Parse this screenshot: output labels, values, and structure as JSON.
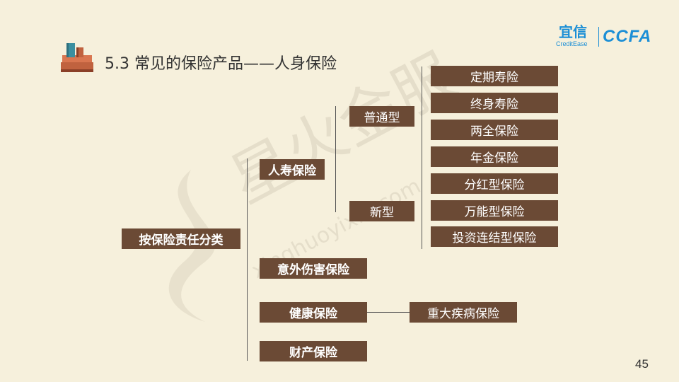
{
  "header": {
    "title": "5.3 常见的保险产品——人身保险",
    "logo_cn": "宜信",
    "logo_en": "CreditEase",
    "logo_ccfa": "CCFA"
  },
  "watermark": {
    "cn": "星火金服",
    "pinyin": "xinghuoyixin.com"
  },
  "tree": {
    "root": "按保险责任分类",
    "level1": [
      "人寿保险",
      "意外伤害保险",
      "健康保险",
      "财产保险"
    ],
    "life_types": [
      "普通型",
      "新型"
    ],
    "ordinary_products": [
      "定期寿险",
      "终身寿险",
      "两全保险",
      "年金保险"
    ],
    "new_products": [
      "分红型保险",
      "万能型保险",
      "投资连结型保险"
    ],
    "health_products": [
      "重大疾病保险"
    ]
  },
  "footer": {
    "page_number": "45"
  },
  "colors": {
    "box": "#6b4a35",
    "background": "#f6f0dc",
    "logo": "#1c8fd6"
  }
}
